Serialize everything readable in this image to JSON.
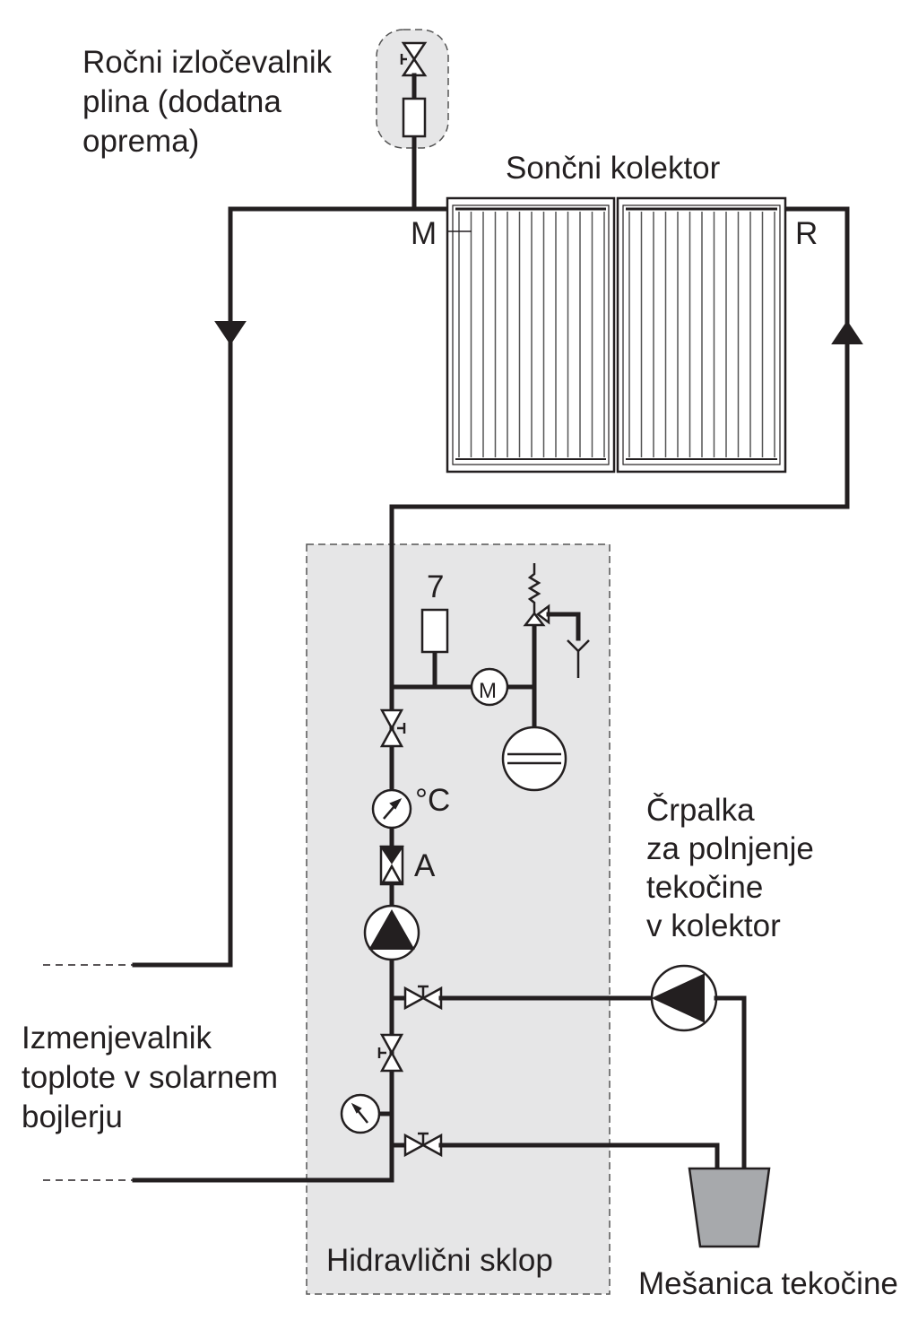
{
  "labels": {
    "gas_separator": [
      "Ročni izločevalnik",
      "plina (dodatna",
      "oprema)"
    ],
    "collector": "Sončni kolektor",
    "port_m": "M",
    "port_r": "R",
    "component_7": "7",
    "meter_m": "M",
    "temp_unit": "°C",
    "component_a": "A",
    "fill_pump": [
      "Črpalka",
      "za polnjenje",
      "tekočine",
      "v kolektor"
    ],
    "heat_exchanger": [
      "Izmenjevalnik",
      "toplote v solarnem",
      "bojlerju"
    ],
    "hydraulic_unit": "Hidravlični sklop",
    "fluid_mixture": "Mešanica tekočine"
  },
  "colors": {
    "line": "#231f20",
    "dashed_box_fill": "#e6e6e7",
    "bucket_fill": "#a7a9ac"
  }
}
